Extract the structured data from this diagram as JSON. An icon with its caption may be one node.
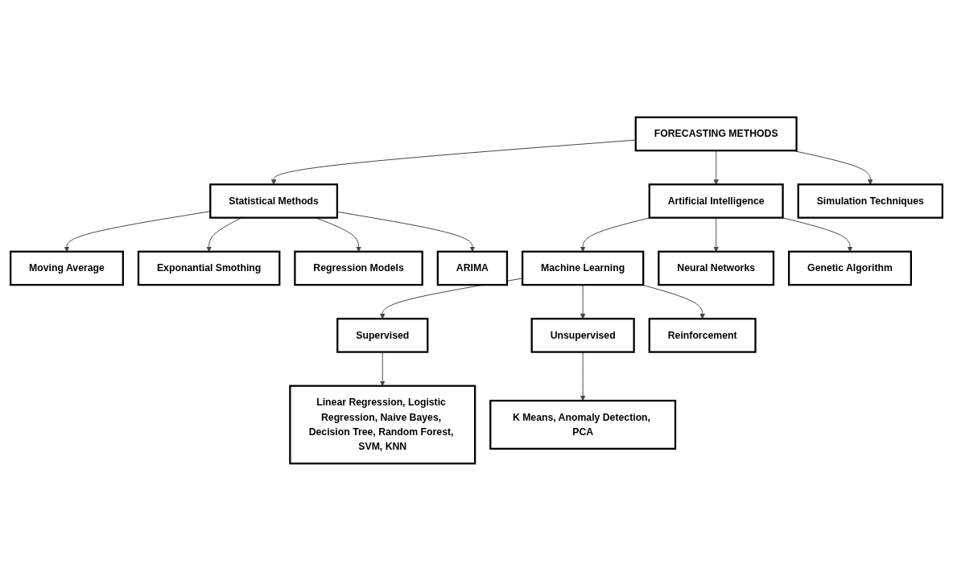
{
  "diagram": {
    "nodes": [
      {
        "text": [
          "FORECASTING METHODS"
        ]
      },
      {
        "text": [
          "Statistical Methods"
        ]
      },
      {
        "text": [
          "Artificial Intelligence"
        ]
      },
      {
        "text": [
          "Simulation Techniques"
        ]
      },
      {
        "text": [
          "Moving Average"
        ]
      },
      {
        "text": [
          "Exponantial Smothing"
        ]
      },
      {
        "text": [
          "Regression Models"
        ]
      },
      {
        "text": [
          "ARIMA"
        ]
      },
      {
        "text": [
          "Machine Learning"
        ]
      },
      {
        "text": [
          "Neural Networks"
        ]
      },
      {
        "text": [
          "Genetic Algorithm"
        ]
      },
      {
        "text": [
          "Supervised"
        ]
      },
      {
        "text": [
          "Unsupervised"
        ]
      },
      {
        "text": [
          "Reinforcement"
        ]
      },
      {
        "text": [
          "Linear Regression, Logistic Regression, Naive Bayes, Decision Tree, Random Forest, SVM, KNN"
        ]
      },
      {
        "text": [
          "K Means, Anomaly Detection, PCA"
        ]
      }
    ],
    "edges": [
      {
        "from": 0,
        "to": 1,
        "arrow": "to"
      },
      {
        "from": 0,
        "to": 2,
        "arrow": "to"
      },
      {
        "from": 0,
        "to": 3,
        "arrow": "to"
      },
      {
        "from": 1,
        "to": 4,
        "arrow": "to"
      },
      {
        "from": 1,
        "to": 5,
        "arrow": "to"
      },
      {
        "from": 1,
        "to": 6,
        "arrow": "to"
      },
      {
        "from": 1,
        "to": 7,
        "arrow": "to"
      },
      {
        "from": 2,
        "to": 8,
        "arrow": "to"
      },
      {
        "from": 2,
        "to": 9,
        "arrow": "to"
      },
      {
        "from": 2,
        "to": 10,
        "arrow": "to"
      },
      {
        "from": 8,
        "to": 11,
        "arrow": "to"
      },
      {
        "from": 8,
        "to": 12,
        "arrow": "to"
      },
      {
        "from": 8,
        "to": 13,
        "arrow": "to"
      },
      {
        "from": 11,
        "to": 14,
        "arrow": "to"
      },
      {
        "from": 12,
        "to": 15,
        "arrow": "to"
      }
    ]
  }
}
